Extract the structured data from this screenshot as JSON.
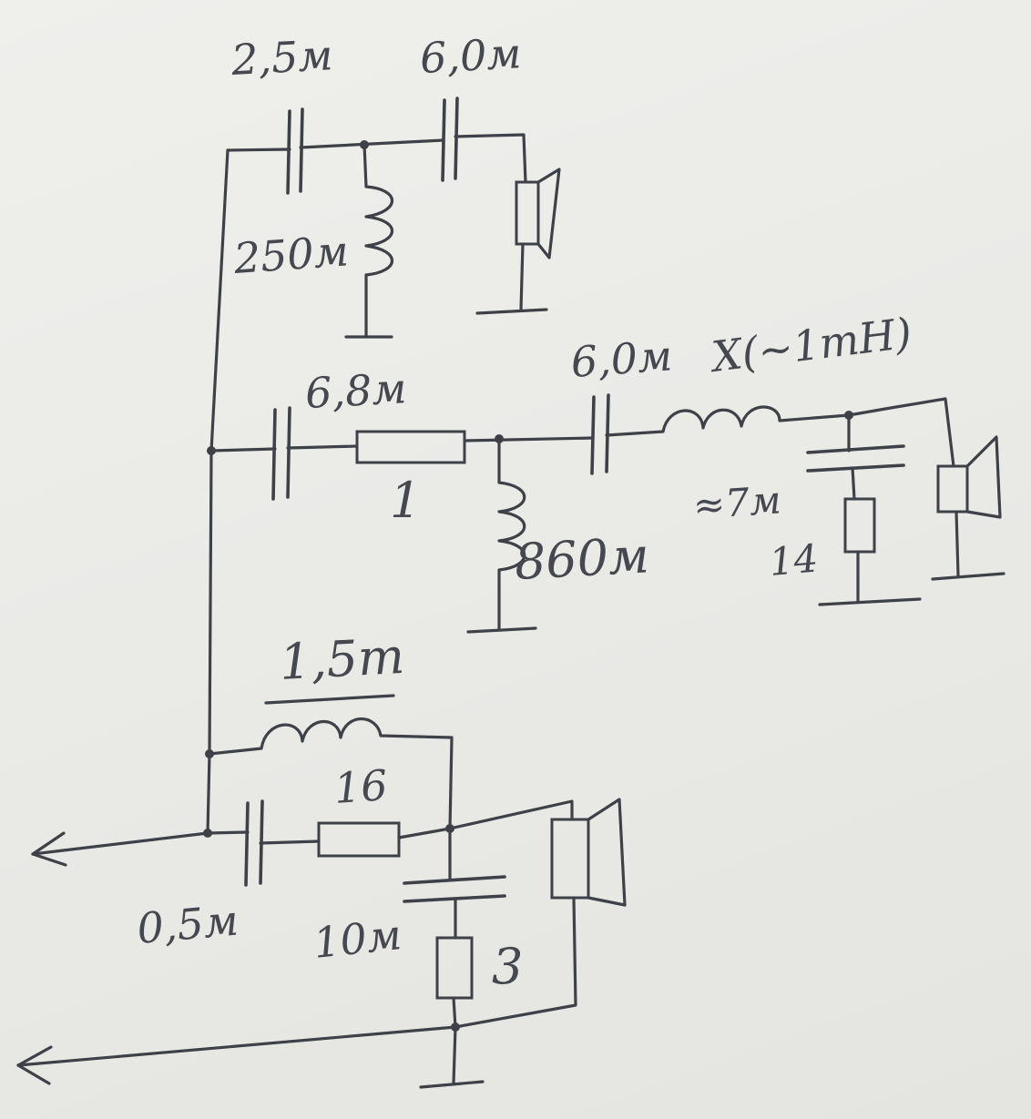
{
  "labels": {
    "c_tweeter_1": "2,5м",
    "c_tweeter_2": "6,0м",
    "l_tweeter_shunt": "250м",
    "c_mid_1": "6,8м",
    "r_mid_series": "1",
    "l_mid_shunt": "860м",
    "c_mid_2": "6,0м",
    "l_mid_notch": "X(~1mH)",
    "c_mid_notch": "≈7м",
    "r_mid_notch": "14",
    "l_woofer": "1,5m",
    "r_woofer_bypass": "16",
    "c_woofer_bypass": "0,5м",
    "c_woofer_zobel": "10м",
    "r_woofer_zobel": "3"
  },
  "colors": {
    "ink": "#3e4147",
    "paper": "#ecece9"
  }
}
